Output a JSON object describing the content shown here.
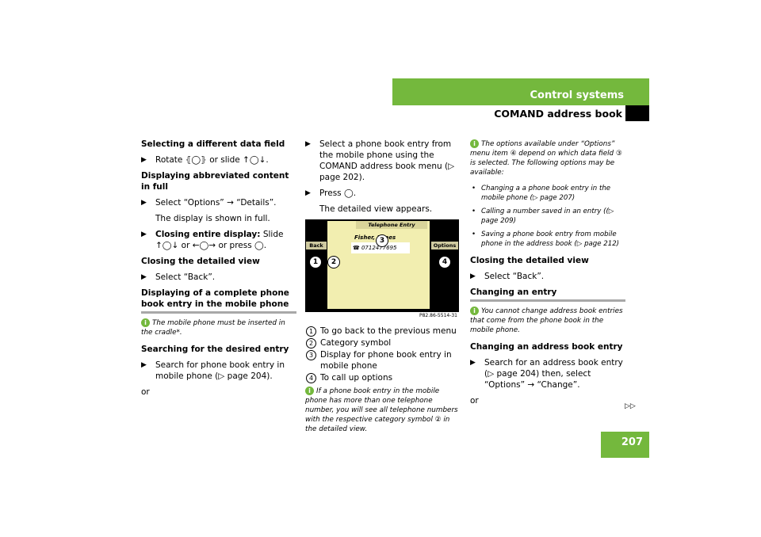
{
  "header": {
    "section": "Control systems",
    "subsection": "COMAND address book",
    "page_number": "207",
    "continue_marker": "▷▷"
  },
  "col1": {
    "h1": "Selecting a different data field",
    "s1": "Rotate ⦃◯⦄ or slide ↑◯↓.",
    "h2": "Displaying abbreviated content in full",
    "s2": "Select “Options” → “Details”.",
    "p2": "The display is shown in full.",
    "s3_bold": "Closing entire display:",
    "s3": " Slide ↑◯↓ or ←◯→ or press ◯.",
    "h3": "Closing the detailed view",
    "s4": "Select “Back”.",
    "h4": "Displaying of a complete phone book entry in the mobile phone",
    "info1": "The mobile phone must be inserted in the cradle*.",
    "h5": "Searching for the desired entry",
    "s5": "Search for phone book entry in mobile phone (▷ page 204).",
    "or": "or"
  },
  "col2": {
    "s1": "Select a phone book entry from the mobile phone using the COMAND address book menu (▷ page 202).",
    "s2": "Press ◯.",
    "p1": "The detailed view appears.",
    "screen": {
      "title": "Telephone Entry",
      "name": "Fisher, James",
      "number": "0712477695",
      "back": "Back",
      "options": "Options",
      "caption": "P82.86-5514-31"
    },
    "legend": [
      {
        "num": "1",
        "text": "To go back to the previous menu"
      },
      {
        "num": "2",
        "text": "Category symbol"
      },
      {
        "num": "3",
        "text": "Display for phone book entry in mobile phone"
      },
      {
        "num": "4",
        "text": "To call up options"
      }
    ],
    "info2": "If a phone book entry in the mobile phone has more than one telephone number, you will see all telephone numbers with the respective category symbol ② in the detailed view."
  },
  "col3": {
    "info3": "The options available under “Options” menu item ④ depend on which data field ③ is selected. The following options may be available:",
    "bullets": [
      "Changing a a phone book entry in the mobile phone (▷ page 207)",
      "Calling a number saved in an entry ((▷ page 209)",
      "Saving a phone book entry from mobile phone in the address book (▷ page 212)"
    ],
    "h1": "Closing the detailed view",
    "s1": "Select “Back”.",
    "h2": "Changing an entry",
    "info4": "You cannot change address book entries that come from the phone book in the mobile phone.",
    "h3": "Changing an address book entry",
    "s2": "Search for an address book entry (▷ page 204) then, select “Options” → “Change”.",
    "or": "or"
  }
}
